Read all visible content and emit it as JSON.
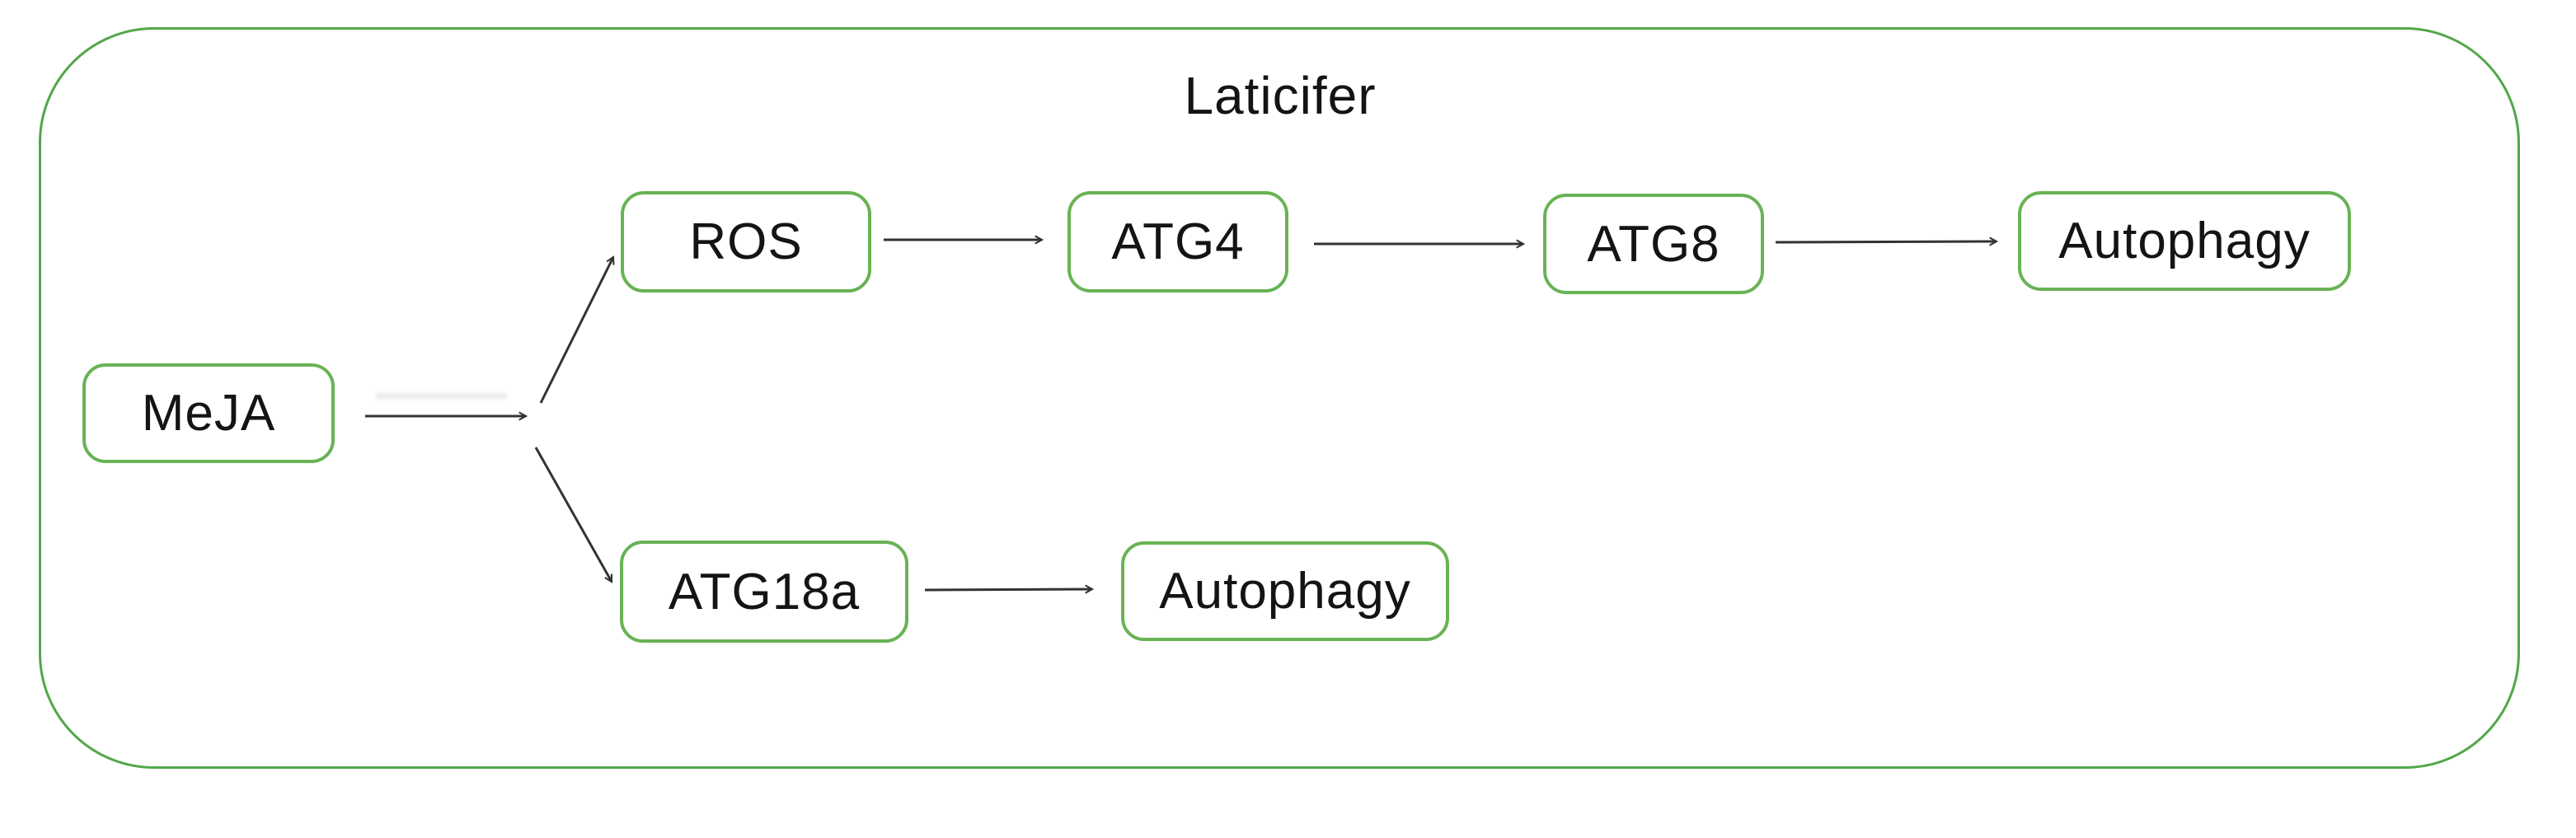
{
  "diagram": {
    "title": "Laticifer",
    "nodes": {
      "meja": {
        "label": "MeJA"
      },
      "ros": {
        "label": "ROS"
      },
      "atg4": {
        "label": "ATG4"
      },
      "atg8": {
        "label": "ATG8"
      },
      "autophagy_top": {
        "label": "Autophagy"
      },
      "atg18a": {
        "label": "ATG18a"
      },
      "autophagy_bottom": {
        "label": "Autophagy"
      }
    },
    "edges": [
      {
        "from": "MeJA",
        "to": "ROS"
      },
      {
        "from": "MeJA",
        "to": "ATG18a"
      },
      {
        "from": "ROS",
        "to": "ATG4"
      },
      {
        "from": "ATG4",
        "to": "ATG8"
      },
      {
        "from": "ATG8",
        "to": "Autophagy"
      },
      {
        "from": "ATG18a",
        "to": "Autophagy"
      }
    ],
    "colors": {
      "frame_border": "#52a749",
      "node_border": "#68b355",
      "arrow": "#333333",
      "text": "#141414",
      "background": "#ffffff"
    }
  }
}
